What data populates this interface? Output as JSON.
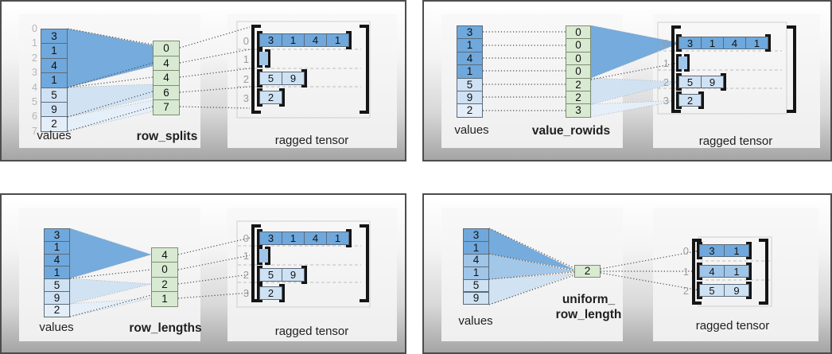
{
  "colors": {
    "dark": "#6fa8dc",
    "mid": "#9fc5e8",
    "light": "#cfe2f3",
    "xlight": "#e3eef9",
    "green": "#d9ead3",
    "empty_cell": "#9fc5e8"
  },
  "panels": [
    {
      "id": "row_splits",
      "values_label": "values",
      "conn_label": "row_splits",
      "tensor_label": "ragged tensor",
      "value_indices": [
        "0",
        "1",
        "2",
        "3",
        "4",
        "5",
        "6",
        "7"
      ],
      "values": [
        {
          "v": "3",
          "c": "dark"
        },
        {
          "v": "1",
          "c": "dark"
        },
        {
          "v": "4",
          "c": "dark"
        },
        {
          "v": "1",
          "c": "dark"
        },
        {
          "v": "5",
          "c": "light"
        },
        {
          "v": "9",
          "c": "light"
        },
        {
          "v": "2",
          "c": "xlight"
        }
      ],
      "conn_cells": [
        "0",
        "4",
        "4",
        "6",
        "7"
      ],
      "tensor": {
        "rows": [
          {
            "label": "0",
            "cells": [
              {
                "v": "3",
                "c": "dark"
              },
              {
                "v": "1",
                "c": "dark"
              },
              {
                "v": "4",
                "c": "dark"
              },
              {
                "v": "1",
                "c": "dark"
              }
            ]
          },
          {
            "label": "1",
            "cells": []
          },
          {
            "label": "2",
            "cells": [
              {
                "v": "5",
                "c": "light"
              },
              {
                "v": "9",
                "c": "light"
              }
            ]
          },
          {
            "label": "3",
            "cells": [
              {
                "v": "2",
                "c": "light"
              }
            ]
          }
        ]
      }
    },
    {
      "id": "value_rowids",
      "values_label": "values",
      "conn_label": "value_rowids",
      "tensor_label": "ragged tensor",
      "values": [
        {
          "v": "3",
          "c": "dark"
        },
        {
          "v": "1",
          "c": "dark"
        },
        {
          "v": "4",
          "c": "dark"
        },
        {
          "v": "1",
          "c": "dark"
        },
        {
          "v": "5",
          "c": "light"
        },
        {
          "v": "9",
          "c": "light"
        },
        {
          "v": "2",
          "c": "xlight"
        }
      ],
      "conn_cells": [
        "0",
        "0",
        "0",
        "0",
        "2",
        "2",
        "3"
      ],
      "tensor": {
        "rows": [
          {
            "label": "0",
            "cells": [
              {
                "v": "3",
                "c": "dark"
              },
              {
                "v": "1",
                "c": "dark"
              },
              {
                "v": "4",
                "c": "dark"
              },
              {
                "v": "1",
                "c": "dark"
              }
            ]
          },
          {
            "label": "1",
            "cells": []
          },
          {
            "label": "2",
            "cells": [
              {
                "v": "5",
                "c": "light"
              },
              {
                "v": "9",
                "c": "light"
              }
            ]
          },
          {
            "label": "3",
            "cells": [
              {
                "v": "2",
                "c": "light"
              }
            ]
          }
        ]
      }
    },
    {
      "id": "row_lengths",
      "values_label": "values",
      "conn_label": "row_lengths",
      "tensor_label": "ragged tensor",
      "values": [
        {
          "v": "3",
          "c": "dark"
        },
        {
          "v": "1",
          "c": "dark"
        },
        {
          "v": "4",
          "c": "dark"
        },
        {
          "v": "1",
          "c": "dark"
        },
        {
          "v": "5",
          "c": "light"
        },
        {
          "v": "9",
          "c": "light"
        },
        {
          "v": "2",
          "c": "xlight"
        }
      ],
      "conn_cells": [
        "4",
        "0",
        "2",
        "1"
      ],
      "tensor": {
        "rows": [
          {
            "label": "0",
            "cells": [
              {
                "v": "3",
                "c": "dark"
              },
              {
                "v": "1",
                "c": "dark"
              },
              {
                "v": "4",
                "c": "dark"
              },
              {
                "v": "1",
                "c": "dark"
              }
            ]
          },
          {
            "label": "1",
            "cells": []
          },
          {
            "label": "2",
            "cells": [
              {
                "v": "5",
                "c": "light"
              },
              {
                "v": "9",
                "c": "light"
              }
            ]
          },
          {
            "label": "3",
            "cells": [
              {
                "v": "2",
                "c": "light"
              }
            ]
          }
        ]
      }
    },
    {
      "id": "uniform_row_length",
      "values_label": "values",
      "conn_label_lines": [
        "uniform_",
        "row_length"
      ],
      "tensor_label": "ragged tensor",
      "values": [
        {
          "v": "3",
          "c": "dark"
        },
        {
          "v": "1",
          "c": "dark"
        },
        {
          "v": "4",
          "c": "mid"
        },
        {
          "v": "1",
          "c": "mid"
        },
        {
          "v": "5",
          "c": "light"
        },
        {
          "v": "9",
          "c": "light"
        }
      ],
      "conn_cells": [
        "2"
      ],
      "tensor": {
        "rows": [
          {
            "label": "0",
            "cells": [
              {
                "v": "3",
                "c": "dark"
              },
              {
                "v": "1",
                "c": "dark"
              }
            ]
          },
          {
            "label": "1",
            "cells": [
              {
                "v": "4",
                "c": "mid"
              },
              {
                "v": "1",
                "c": "mid"
              }
            ]
          },
          {
            "label": "2",
            "cells": [
              {
                "v": "5",
                "c": "light"
              },
              {
                "v": "9",
                "c": "light"
              }
            ]
          }
        ]
      }
    }
  ]
}
